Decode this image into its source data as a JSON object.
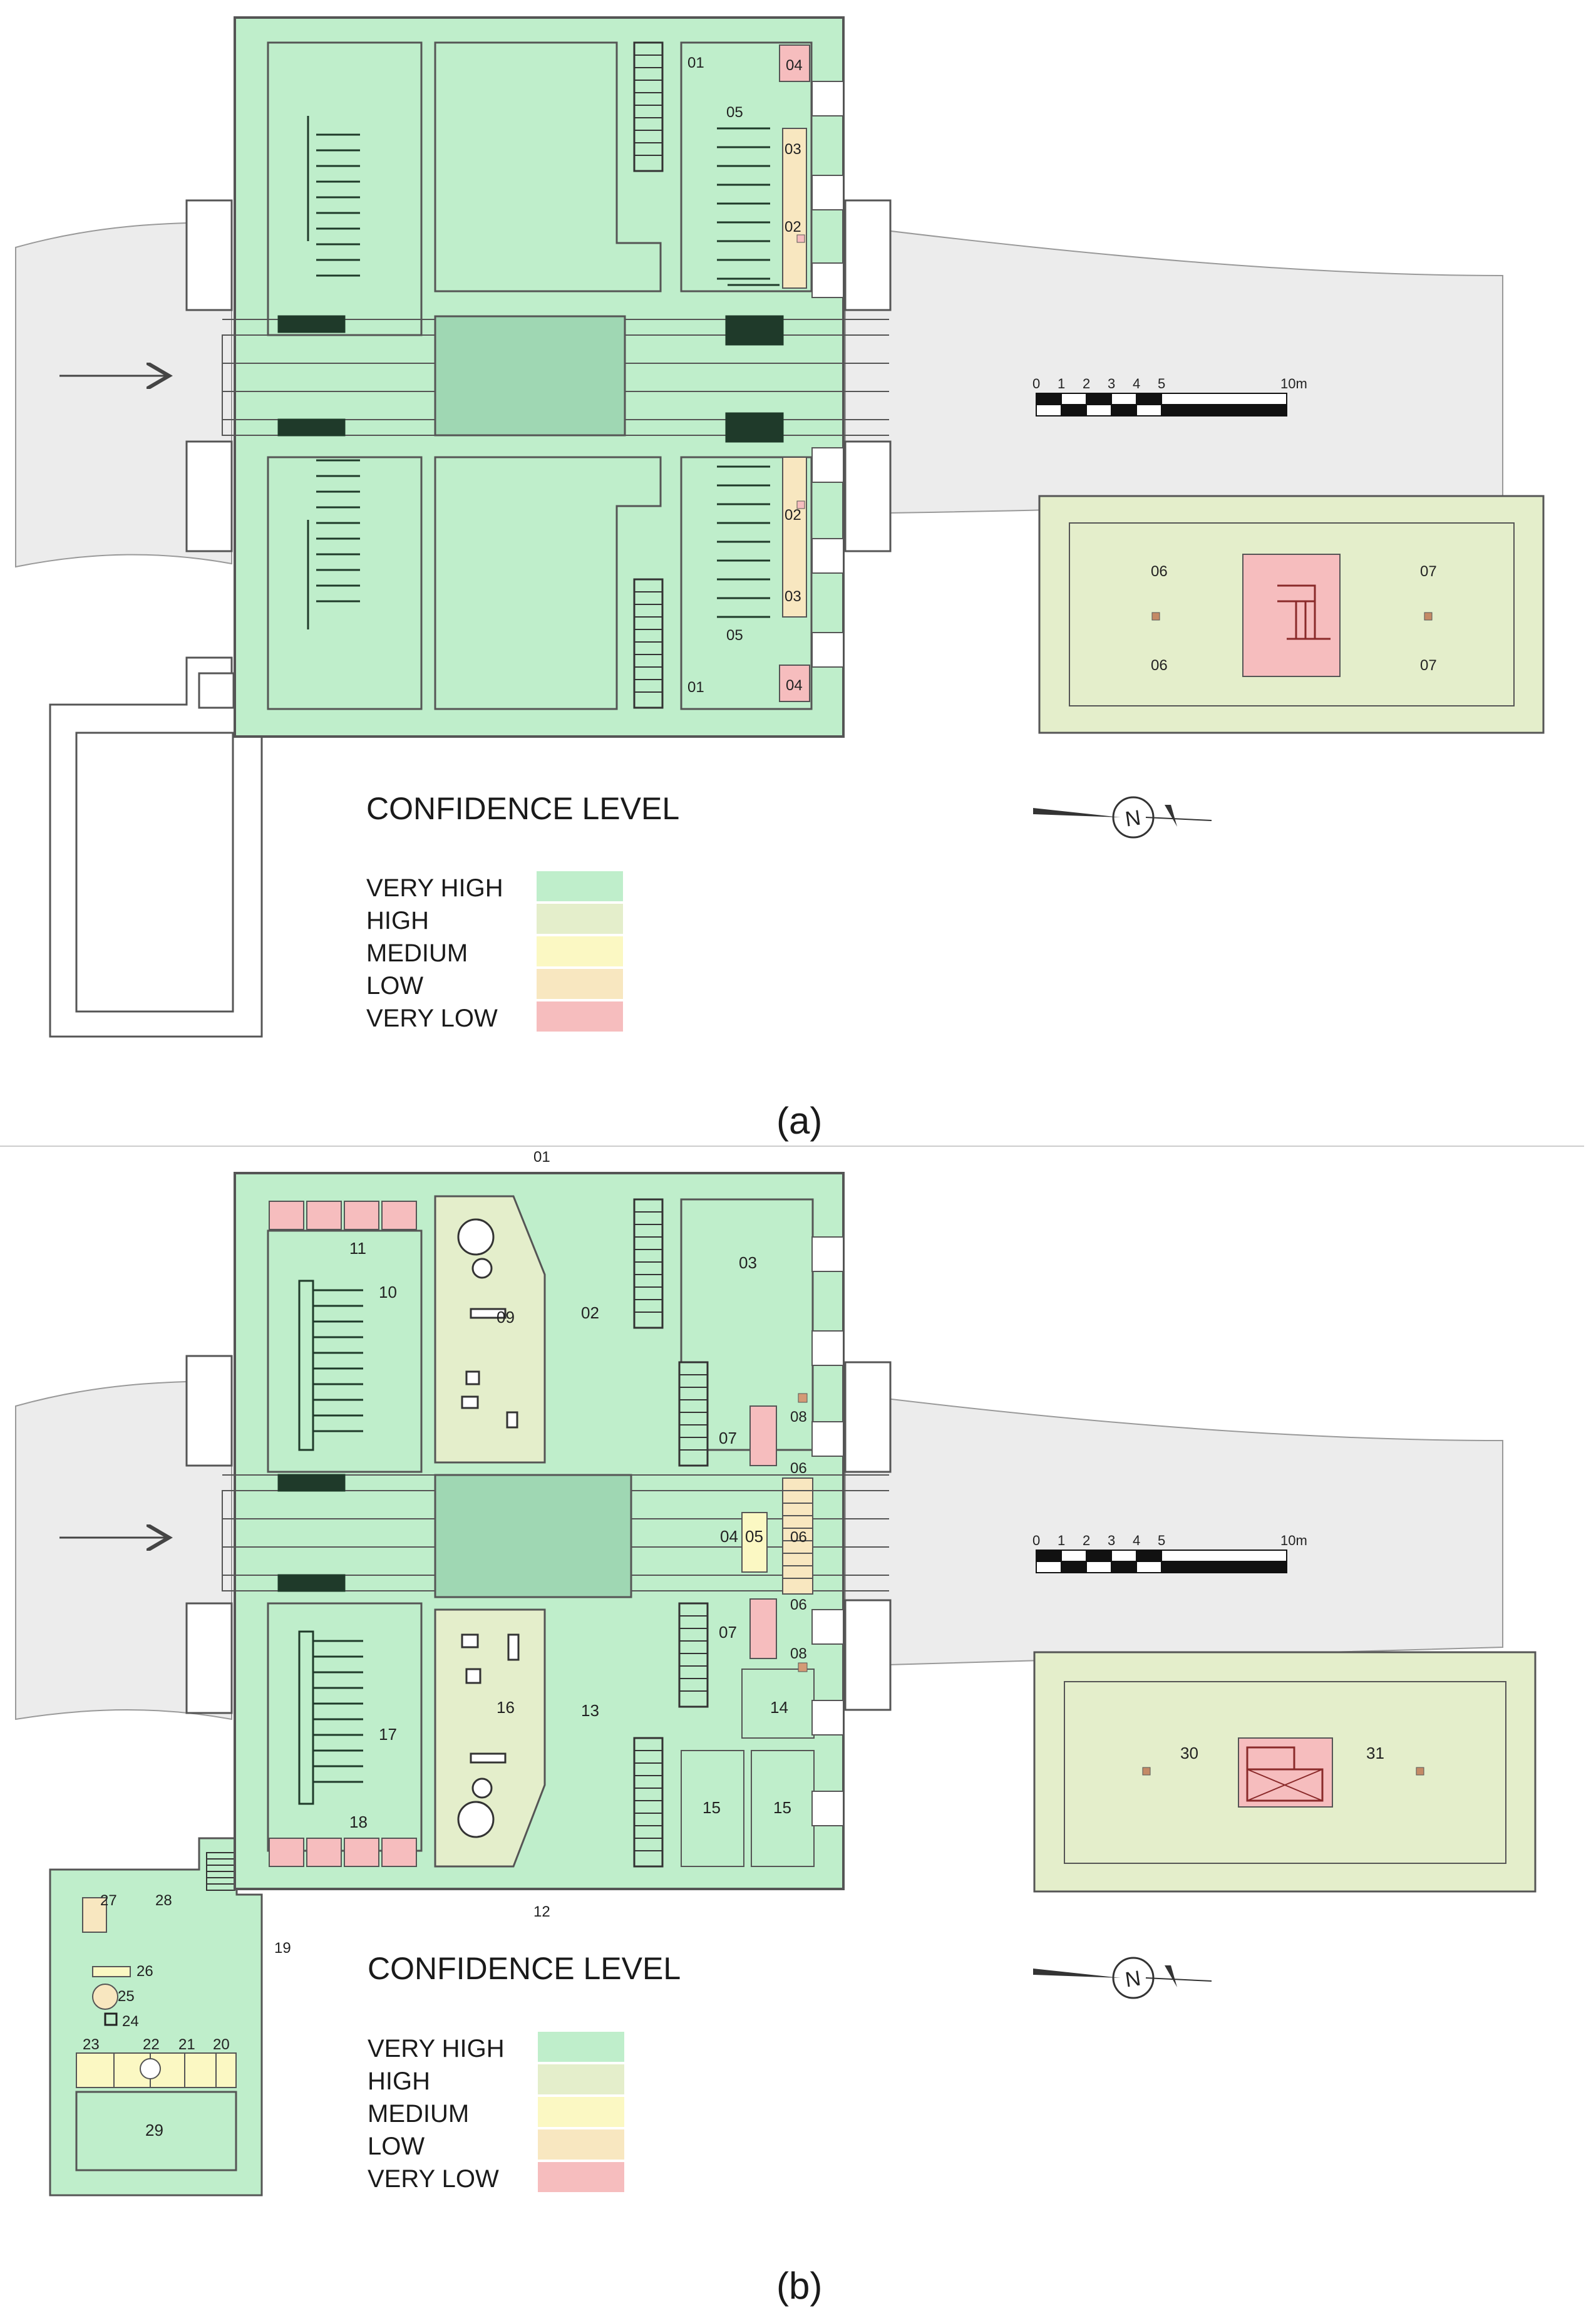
{
  "colors": {
    "very_high": "#bfeecb",
    "high": "#e4eecb",
    "medium": "#fbf8c3",
    "low": "#f8e7c0",
    "very_low": "#f6bdbe",
    "river": "#ececec",
    "wall": "#555555",
    "dark": "#1f3a2a"
  },
  "panel_a": {
    "caption": "(a)",
    "legend": {
      "title": "CONFIDENCE LEVEL",
      "items": [
        {
          "label": "VERY HIGH",
          "color": "#bfeecb"
        },
        {
          "label": "HIGH",
          "color": "#e4eecb"
        },
        {
          "label": "MEDIUM",
          "color": "#fbf8c3"
        },
        {
          "label": "LOW",
          "color": "#f8e7c0"
        },
        {
          "label": "VERY LOW",
          "color": "#f6bdbe"
        }
      ]
    },
    "scale": {
      "ticks": [
        "0",
        "1",
        "2",
        "3",
        "4",
        "5",
        "10m"
      ]
    },
    "labels": {
      "r01_top": "01",
      "r04_top": "04",
      "r05_top": "05",
      "r03_top": "03",
      "r02_top": "02",
      "r02_bot": "02",
      "r03_bot": "03",
      "r05_bot": "05",
      "r01_bot": "01",
      "r04_bot": "04",
      "u06a": "06",
      "u06b": "06",
      "u07a": "07",
      "u07b": "07"
    }
  },
  "panel_b": {
    "caption": "(b)",
    "legend": {
      "title": "CONFIDENCE LEVEL",
      "items": [
        {
          "label": "VERY HIGH",
          "color": "#bfeecb"
        },
        {
          "label": "HIGH",
          "color": "#e4eecb"
        },
        {
          "label": "MEDIUM",
          "color": "#fbf8c3"
        },
        {
          "label": "LOW",
          "color": "#f8e7c0"
        },
        {
          "label": "VERY LOW",
          "color": "#f6bdbe"
        }
      ]
    },
    "scale": {
      "ticks": [
        "0",
        "1",
        "2",
        "3",
        "4",
        "5",
        "10m"
      ]
    },
    "labels": {
      "r01": "01",
      "r02": "02",
      "r03": "03",
      "r04": "04",
      "r05": "05",
      "r06a": "06",
      "r06b": "06",
      "r06c": "06",
      "r07a": "07",
      "r07b": "07",
      "r08a": "08",
      "r08b": "08",
      "r09": "09",
      "r10": "10",
      "r11": "11",
      "r12": "12",
      "r13": "13",
      "r14": "14",
      "r15a": "15",
      "r15b": "15",
      "r16": "16",
      "r17": "17",
      "r18": "18",
      "r19": "19",
      "r20": "20",
      "r21": "21",
      "r22": "22",
      "r23": "23",
      "r24": "24",
      "r25": "25",
      "r26": "26",
      "r27": "27",
      "r28": "28",
      "r29": "29",
      "r30": "30",
      "r31": "31"
    }
  }
}
